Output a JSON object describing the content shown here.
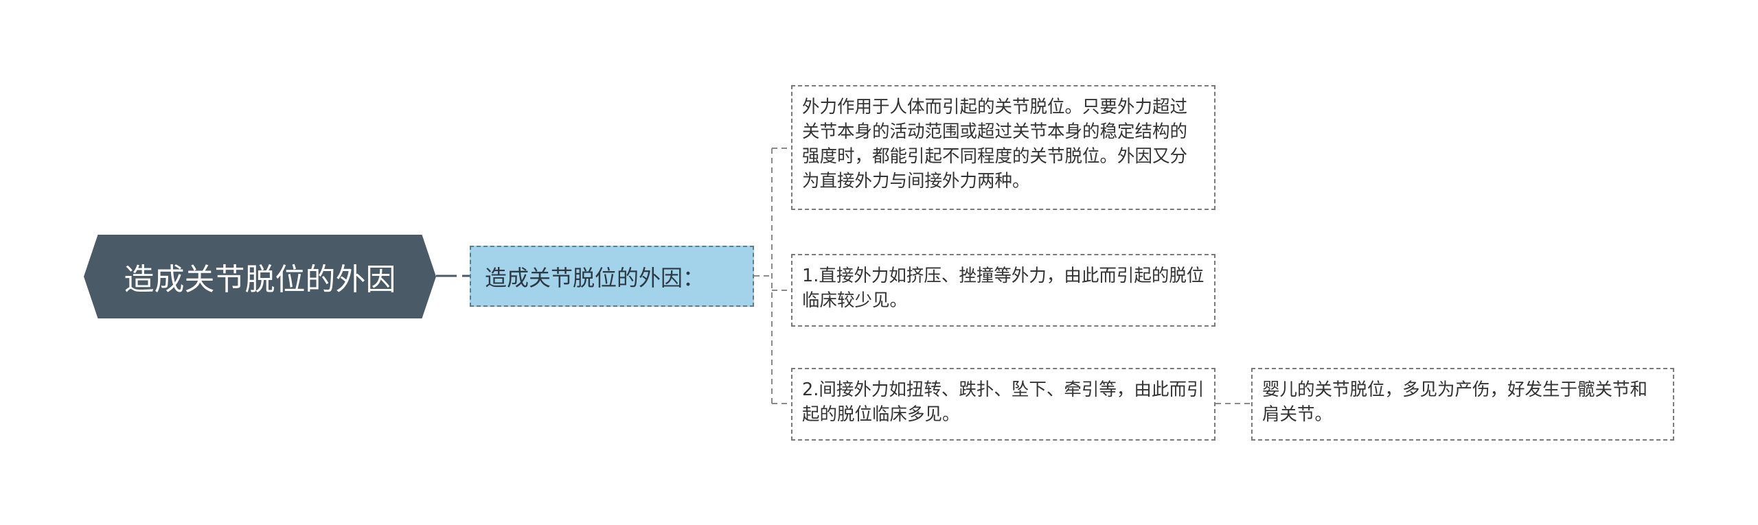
{
  "root": {
    "label": "造成关节脱位的外因"
  },
  "branch": {
    "label": "造成关节脱位的外因："
  },
  "children": [
    {
      "text": "外力作用于人体而引起的关节脱位。只要外力超过关节本身的活动范围或超过关节本身的稳定结构的强度时，都能引起不同程度的关节脱位。外因又分为直接外力与间接外力两种。"
    },
    {
      "text": "1.直接外力如挤压、挫撞等外力，由此而引起的脱位临床较少见。"
    },
    {
      "text": "2.间接外力如扭转、跌扑、坠下、牵引等，由此而引起的脱位临床多见。"
    }
  ],
  "grandchild": {
    "text": "婴儿的关节脱位，多见为产伤，好发生于髋关节和肩关节。"
  },
  "colors": {
    "root_bg": "#4a5a66",
    "branch_bg": "#a3d3ea",
    "connector": "#7a7a7a"
  }
}
